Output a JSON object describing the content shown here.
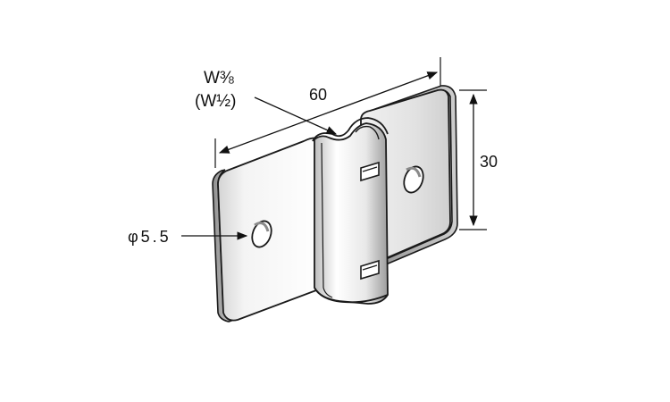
{
  "labels": {
    "thread_size": "W⅜",
    "thread_size_alt": "(W½)",
    "length": "60",
    "height": "30",
    "hole_diameter": "φ5.5"
  },
  "colors": {
    "line": "#1a1a1a",
    "plate_light": "#f7f7f7",
    "plate_mid": "#d9d9d9",
    "plate_dark": "#9a9a9a",
    "shadow": "#7a7a7a"
  }
}
